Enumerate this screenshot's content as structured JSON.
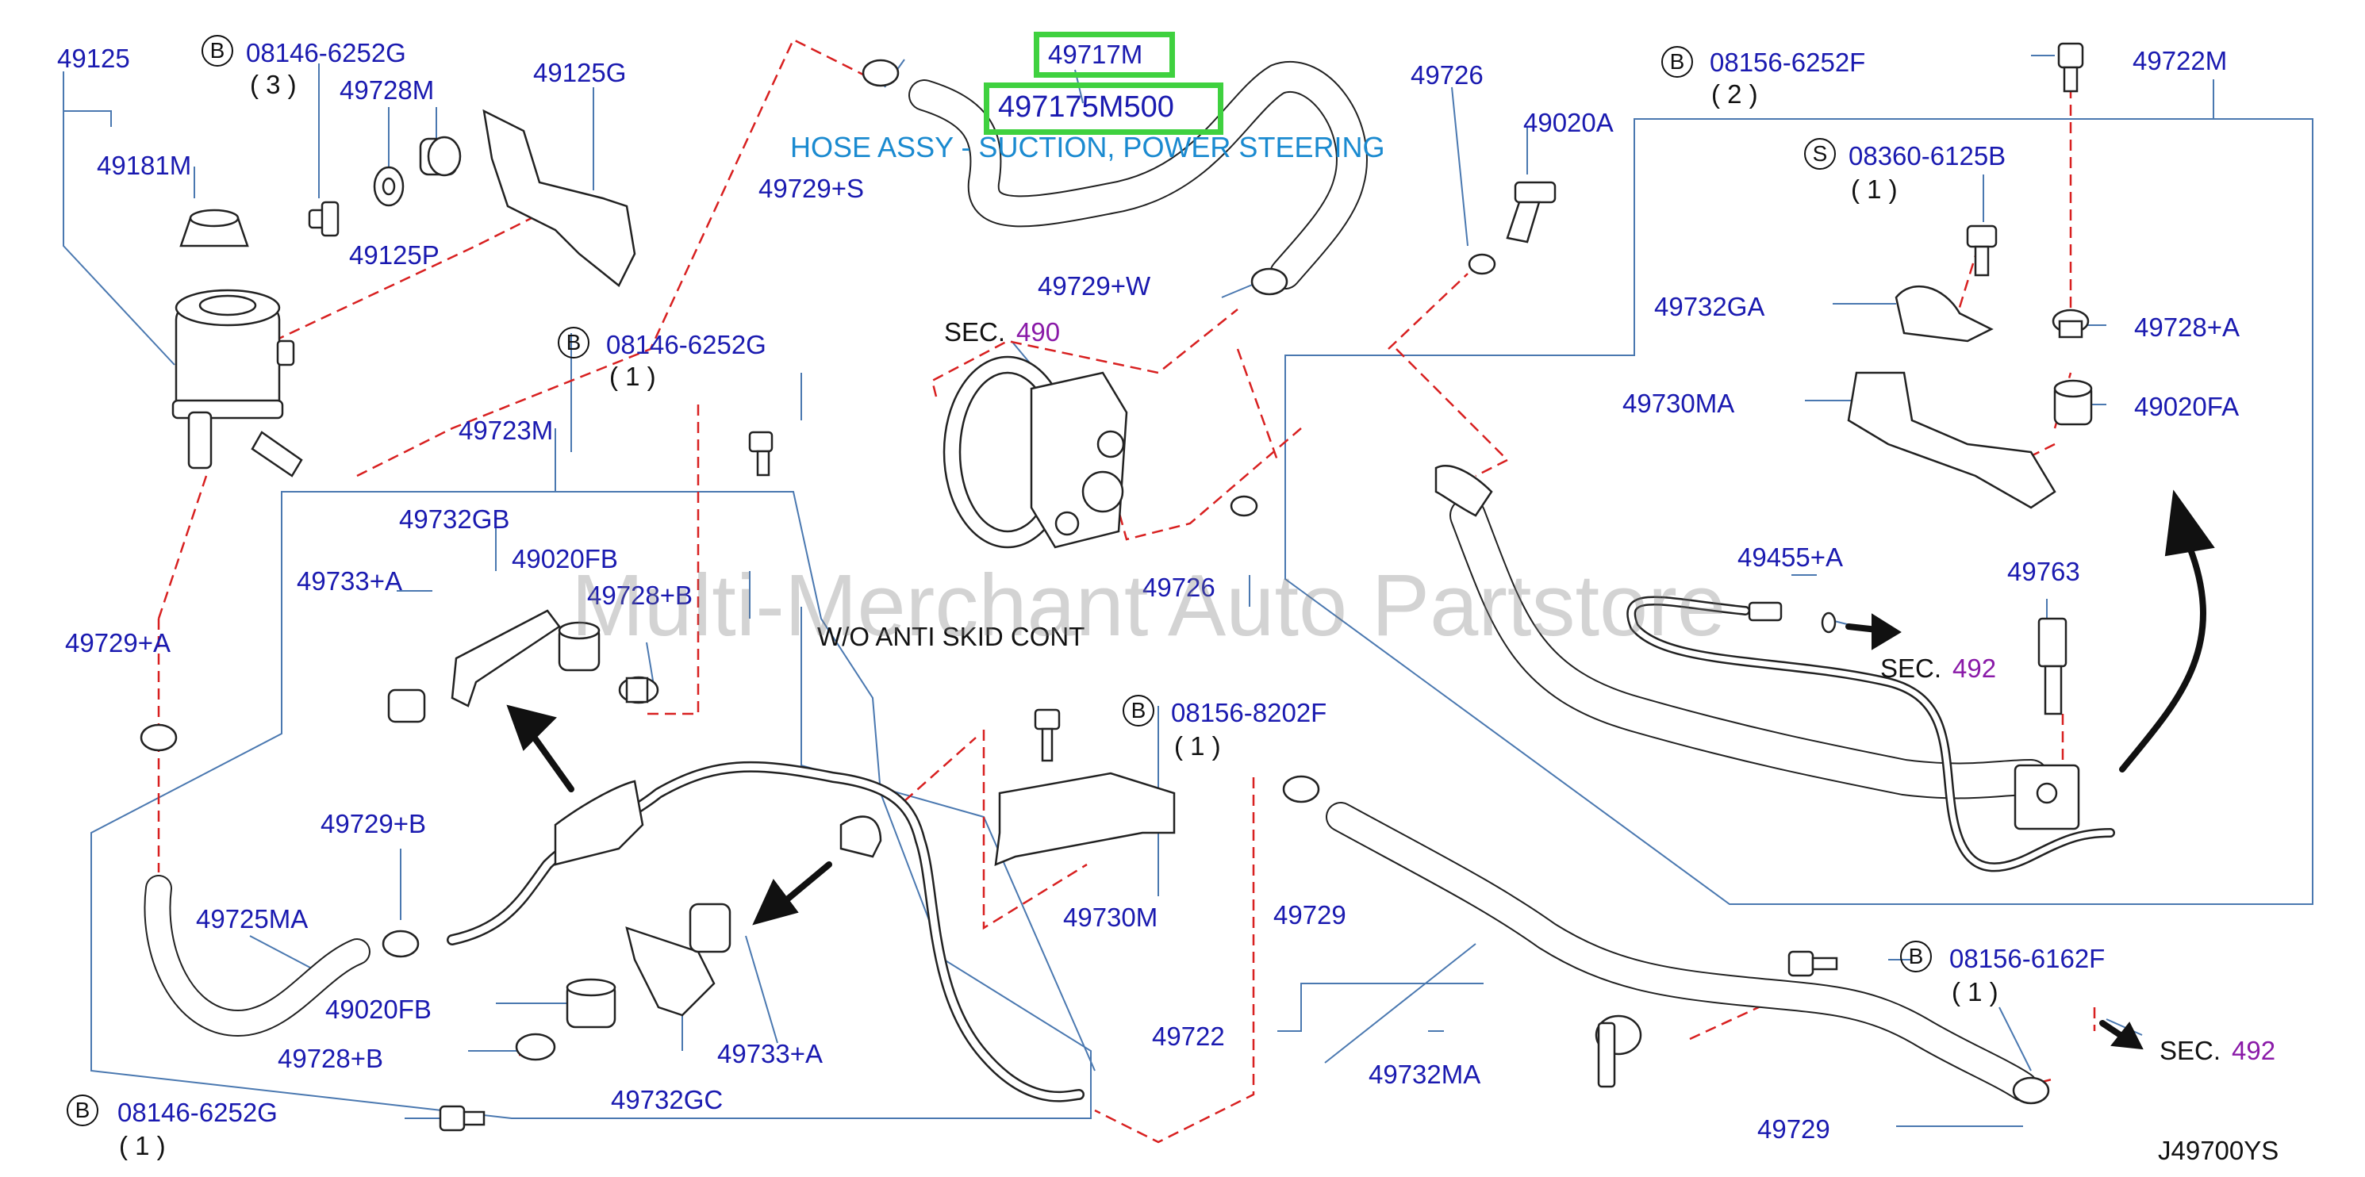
{
  "labels": {
    "l_49125": "49125",
    "l_49181m": "49181M",
    "l_08146_top": "08146-6252G",
    "q_3": "( 3 )",
    "l_49728m": "49728M",
    "l_49125p": "49125P",
    "l_49125g": "49125G",
    "l_49717m": "49717M",
    "l_497175m500": "497175M500",
    "l_49729s": "49729+S",
    "l_49726_top": "49726",
    "l_49020a": "49020A",
    "l_08156_6252f": "08156-6252F",
    "q_2": "( 2 )",
    "l_49722m": "49722M",
    "l_08360": "08360-6125B",
    "q_1a": "( 1 )",
    "l_49732ga": "49732GA",
    "l_49728a": "49728+A",
    "l_49730ma": "49730MA",
    "l_49020fa": "49020FA",
    "l_49729w": "49729+W",
    "l_08146_mid": "08146-6252G",
    "q_1b": "( 1 )",
    "l_49723m": "49723M",
    "l_49732gb": "49732GB",
    "l_49020fb_top": "49020FB",
    "l_49733a_top": "49733+A",
    "l_49728b_top": "49728+B",
    "l_49729a": "49729+A",
    "l_49726_mid": "49726",
    "l_49455a": "49455+A",
    "l_49763": "49763",
    "l_wo": "W/O   ANTI   SKID   CONT",
    "l_08156_8202f": "08156-8202F",
    "q_1c": "( 1 )",
    "l_49729b": "49729+B",
    "l_49725ma": "49725MA",
    "l_49730m": "49730M",
    "l_49729_mid": "49729",
    "l_08156_6162f": "08156-6162F",
    "q_1d": "( 1 )",
    "l_49020fb_bot": "49020FB",
    "l_49733a_bot": "49733+A",
    "l_49728b_bot": "49728+B",
    "l_49732gc": "49732GC",
    "l_49722": "49722",
    "l_49732ma": "49732MA",
    "l_08146_bot": "08146-6252G",
    "q_1e": "( 1 )",
    "l_49729_bot": "49729",
    "l_j49700ys": "J49700YS"
  },
  "circles": {
    "c1": "B",
    "c2": "B",
    "c3": "S",
    "c4": "B",
    "c5": "B",
    "c6": "B",
    "c7": "B"
  },
  "sec": {
    "prefix": "SEC.",
    "s490": "490",
    "s492a": "492",
    "s492b": "492"
  },
  "caption": "HOSE ASSY - SUCTION, POWER STEERING",
  "watermark": "Multi-Merchant Auto Partstore",
  "colors": {
    "label": "#1a1ab0",
    "leader": "#4a78b0",
    "dashed": "#d82020",
    "highlight": "#3fd13f",
    "caption": "#1a8ad0",
    "sec_number": "#8a1aa8"
  }
}
